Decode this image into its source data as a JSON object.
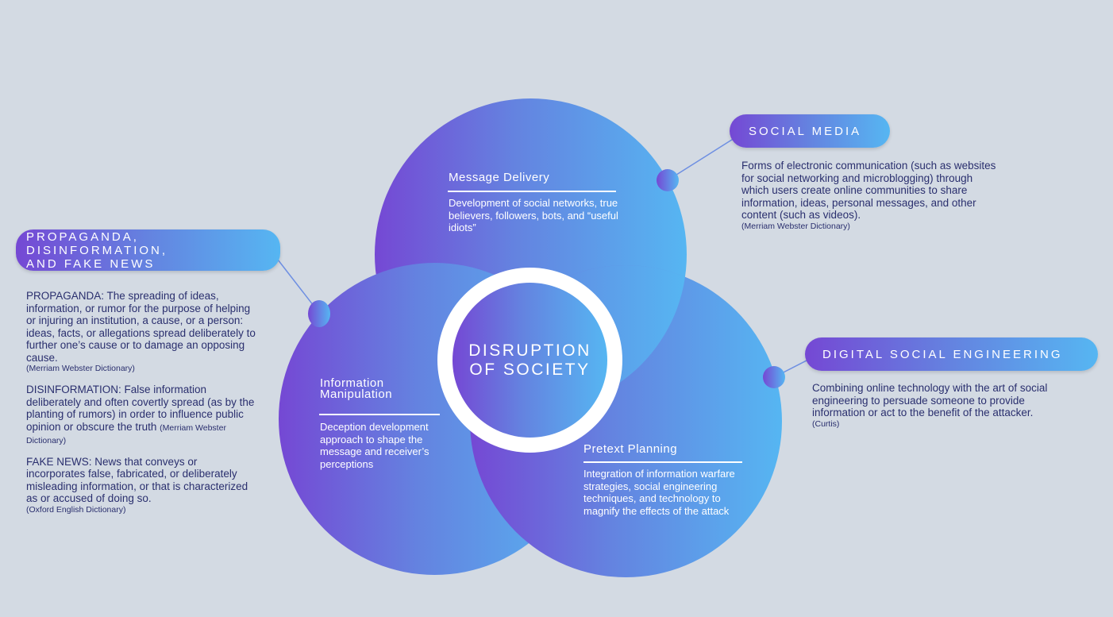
{
  "center": {
    "title": "DISRUPTION\nOF SOCIETY"
  },
  "circles": {
    "top": {
      "title": "Message Delivery",
      "description": "Development of social networks, true believers, followers, bots, and “useful idiots”"
    },
    "left": {
      "title": "Information\nManipulation",
      "description": "Deception development approach to shape the message and receiver’s perceptions"
    },
    "right": {
      "title": "Pretext Planning",
      "description": "Integration of information warfare strategies, social engineering techniques, and technology to magnify the effects of the attack"
    }
  },
  "callouts": {
    "social_media": {
      "label": "SOCIAL MEDIA",
      "text": "Forms of electronic communication (such as websites for social networking and microblogging) through which users create online communities to share information, ideas, personal messages, and other content (such as videos).",
      "source": "(Merriam Webster Dictionary)"
    },
    "propaganda": {
      "label": "PROPAGANDA, DISINFORMATION,\n AND FAKE NEWS",
      "propaganda_text": "PROPAGANDA: The spreading of ideas, information, or rumor for the purpose of helping or injuring an institution, a cause, or a person: ideas, facts, or allegations spread deliberately to further one’s cause or to damage an opposing cause.",
      "propaganda_source": "(Merriam Webster Dictionary)",
      "disinformation_text": "DISINFORMATION:  False information deliberately and often covertly spread (as by the planting of rumors) in order to influence public opinion or obscure the truth",
      "disinformation_source": "(Merriam Webster Dictionary)",
      "fake_news_text": "FAKE NEWS: News that conveys or incorporates false, fabricated, or deliberately misleading information, or that is characterized as or accused of doing so.",
      "fake_news_source": "(Oxford English Dictionary)"
    },
    "digital_social_engineering": {
      "label": "DIGITAL SOCIAL ENGINEERING",
      "text": "Combining online technology with the art of social engineering to persuade someone to provide information or act to the benefit of the attacker.",
      "source": "(Curtis)"
    }
  },
  "colors": {
    "background": "#d3dae3",
    "gradient_start": "#7548d4",
    "gradient_end": "#56b6f2",
    "text_dark": "#2a2f6e"
  }
}
